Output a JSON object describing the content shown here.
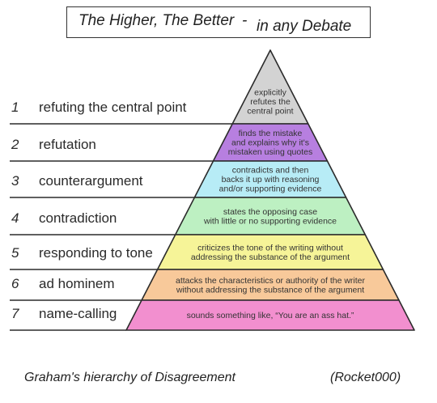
{
  "title": {
    "main": "The Higher, The Better",
    "dash": "-",
    "sub": "in any Debate"
  },
  "levels": [
    {
      "number": "1",
      "label": "refuting the central point",
      "description": [
        "explicitly",
        "refutes the",
        "central point"
      ],
      "color": "#d3d3d3"
    },
    {
      "number": "2",
      "label": "refutation",
      "description": [
        "finds the mistake",
        "and explains why it's",
        "mistaken using quotes"
      ],
      "color": "#b77fe0"
    },
    {
      "number": "3",
      "label": "counterargument",
      "description": [
        "contradicts and then",
        "backs it up with reasoning",
        "and/or supporting evidence"
      ],
      "color": "#b7ecf6"
    },
    {
      "number": "4",
      "label": "contradiction",
      "description": [
        "states the opposing case",
        "with little or no supporting evidence"
      ],
      "color": "#bdf0c2"
    },
    {
      "number": "5",
      "label": "responding to tone",
      "description": [
        "criticizes the tone of the writing without",
        "addressing the substance of the argument"
      ],
      "color": "#f6f498"
    },
    {
      "number": "6",
      "label": "ad hominem",
      "description": [
        "attacks the characteristics or authority of the writer",
        "without addressing the substance of the argument"
      ],
      "color": "#f8c99a"
    },
    {
      "number": "7",
      "label": "name-calling",
      "description": [
        "sounds something like, “You are an ass hat.”"
      ],
      "color": "#f28fcf"
    }
  ],
  "footer": {
    "caption": "Graham's hierarchy of Disagreement",
    "credit": "(Rocket000)"
  }
}
